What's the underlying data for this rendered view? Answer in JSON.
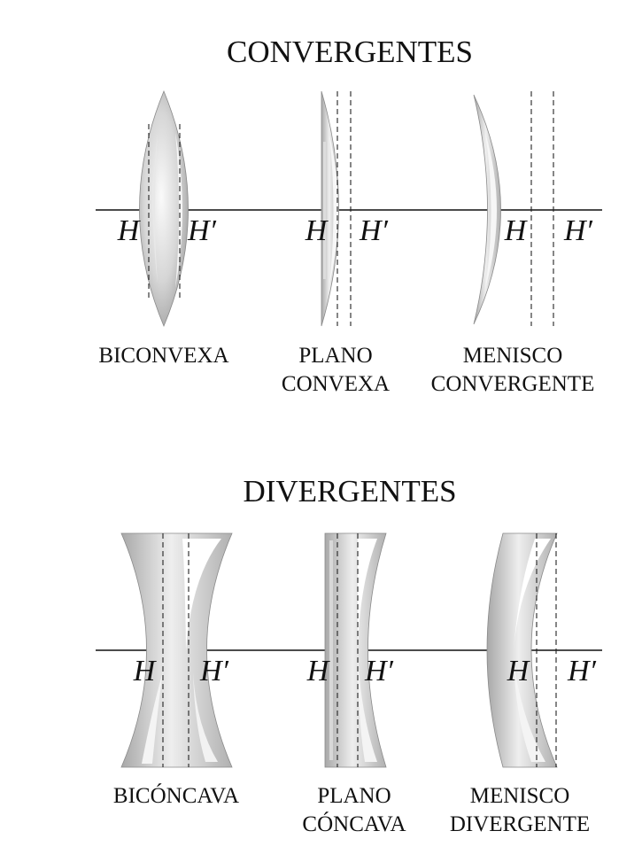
{
  "sections": {
    "convergent": {
      "title": "CONVERGENTES",
      "lenses": [
        {
          "lines": [
            "BICONVEXA"
          ],
          "h": "H",
          "h_prime": "H′"
        },
        {
          "lines": [
            "PLANO",
            "CONVEXA"
          ],
          "h": "H",
          "h_prime": "H′"
        },
        {
          "lines": [
            "MENISCO",
            "CONVERGENTE"
          ],
          "h": "H",
          "h_prime": "H′"
        }
      ]
    },
    "divergent": {
      "title": "DIVERGENTES",
      "lenses": [
        {
          "lines": [
            "BICÓNCAVA"
          ],
          "h": "H",
          "h_prime": "H′"
        },
        {
          "lines": [
            "PLANO",
            "CÓNCAVA"
          ],
          "h": "H",
          "h_prime": "H′"
        },
        {
          "lines": [
            "MENISCO",
            "DIVERGENTE"
          ],
          "h": "H",
          "h_prime": "H′"
        }
      ]
    }
  },
  "colors": {
    "lens_fill": "#c4c4c4",
    "lens_shade": "#a9a9a9",
    "lens_highlight": "#f4f4f4",
    "line": "#111111"
  }
}
